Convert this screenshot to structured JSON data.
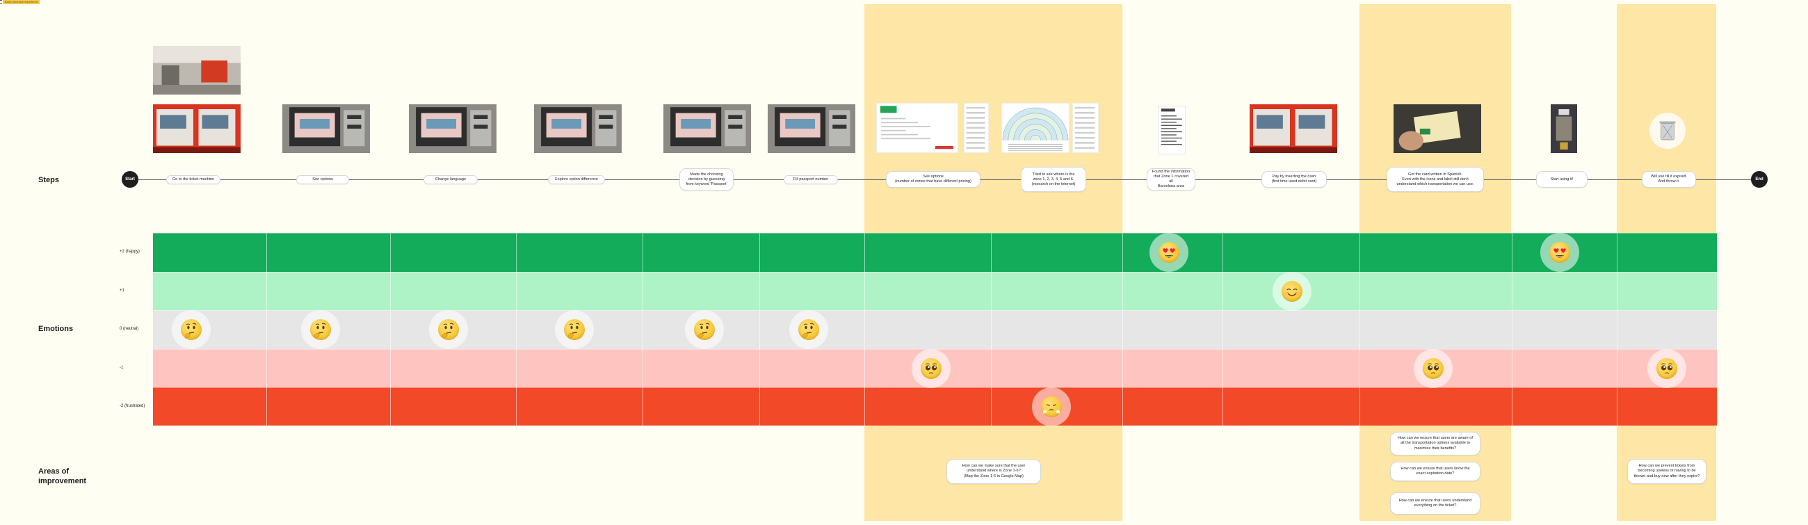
{
  "frame_label": "Ticket purchase experience",
  "colors": {
    "background": "#fffef3",
    "highlight": "#fde6a6",
    "happy2": "#13ac5a",
    "happy1": "#aef3c6",
    "neutral": "#e6e6e6",
    "frustrated1": "#fec5c0",
    "frustrated2": "#f24a28"
  },
  "sections": {
    "steps": "Steps",
    "emotions": "Emotions",
    "improvement": "Areas of\nimprovement"
  },
  "levels": [
    "+2 (happy)",
    "+1",
    "0 (neutral)",
    "-1",
    "-2 (frustrated)"
  ],
  "start_label": "Start",
  "end_label": "End",
  "steps": [
    {
      "label": "Go to the ticket machine",
      "emotion": 0,
      "emotion_icon": "thinking-face"
    },
    {
      "label": "See options",
      "emotion": 0,
      "emotion_icon": "thinking-face"
    },
    {
      "label": "Change language",
      "emotion": 0,
      "emotion_icon": "thinking-face"
    },
    {
      "label": "Explore option difference",
      "emotion": 0,
      "emotion_icon": "thinking-face"
    },
    {
      "label": "Made the choosing\ndecision by guessing\nfrom keyword 'Passport'",
      "emotion": 0,
      "emotion_icon": "thinking-face"
    },
    {
      "label": "Fill passport number",
      "emotion": 0,
      "emotion_icon": "thinking-face"
    },
    {
      "label": "See options\n(number of zones that have different pricing)",
      "emotion": -1,
      "emotion_icon": "pleading-face"
    },
    {
      "label": "Tried to see where is the\nzone 1, 2, 3, 4, 5 and 6.\n(research on the internet)",
      "emotion": -2,
      "emotion_icon": "steam-face"
    },
    {
      "label": "Found the information\nthat Zone 1 covered all\nBarcelona area",
      "emotion": 2,
      "emotion_icon": "heart-eyes-face"
    },
    {
      "label": "Pay by inserting the cash\n(first time used debit card)",
      "emotion": 1,
      "emotion_icon": "smiling-face"
    },
    {
      "label": "Got the card written in Spanish.\nEven with the icons and label still don't\nunderstand which transportation we can use.",
      "emotion": -1,
      "emotion_icon": "pleading-face"
    },
    {
      "label": "Start using it!",
      "emotion": 2,
      "emotion_icon": "heart-eyes-face"
    },
    {
      "label": "Will use till it expired.\nAnd throw it.",
      "emotion": -1,
      "emotion_icon": "pleading-face"
    }
  ],
  "improvements": [
    {
      "text": "How can we make sure that the user\nunderstand where is Zone 1-6?\n(Map the Zone 1-6 in Google Map)"
    },
    {
      "text": "How can we ensure that users are aware of\nall the transportation options available to\nmaximize their benefits?"
    },
    {
      "text": "How can we ensure that users know the\nexact expiration date?"
    },
    {
      "text": "How can we ensure that users understand\neverything on the ticket?"
    },
    {
      "text": "How can we prevent tickets from\nbecoming useless or having to be\nthrown and buy new after they expire?"
    }
  ],
  "photos": [
    {
      "icon": "metro-station-photo"
    },
    {
      "icon": "ticket-machine-photo"
    },
    {
      "icon": "ticket-machine-screen-photo"
    },
    {
      "icon": "ticket-machine-screen-photo"
    },
    {
      "icon": "ticket-machine-screen-photo"
    },
    {
      "icon": "ticket-machine-screen-photo"
    },
    {
      "icon": "ticket-machine-screen-photo"
    },
    {
      "icon": "pricing-webpage-screenshot"
    },
    {
      "icon": "pricing-list-screenshot"
    },
    {
      "icon": "zone-map-screenshot"
    },
    {
      "icon": "zone-list-screenshot"
    },
    {
      "icon": "zone-info-document"
    },
    {
      "icon": "ticket-machine-photo"
    },
    {
      "icon": "ticket-card-in-hand-photo"
    },
    {
      "icon": "metro-gate-photo"
    },
    {
      "icon": "trash-bin-icon"
    }
  ]
}
